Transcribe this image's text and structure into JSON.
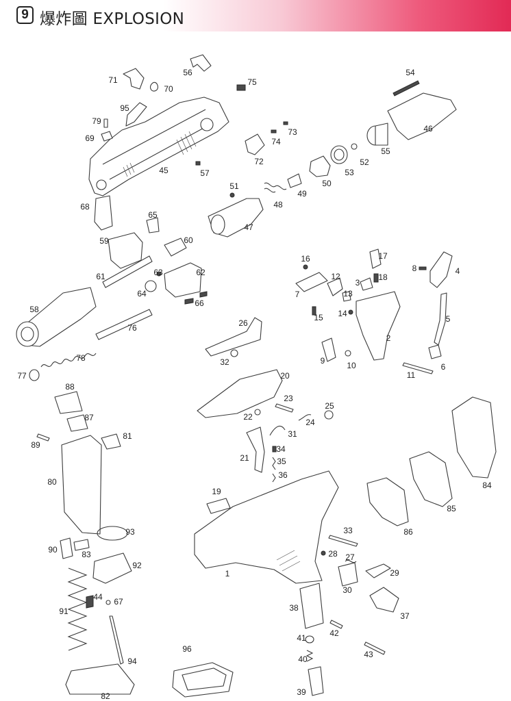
{
  "header": {
    "section_number": "9",
    "title": "爆炸圖 EXPLOSION",
    "gradient_colors": [
      "#ffffff",
      "#ee5a7c",
      "#e22a55"
    ]
  },
  "part_numbers": [
    "1",
    "2",
    "3",
    "4",
    "5",
    "6",
    "7",
    "8",
    "9",
    "10",
    "11",
    "12",
    "13",
    "14",
    "15",
    "16",
    "17",
    "18",
    "19",
    "20",
    "21",
    "22",
    "23",
    "24",
    "25",
    "26",
    "27",
    "28",
    "29",
    "30",
    "31",
    "32",
    "33",
    "34",
    "35",
    "36",
    "37",
    "38",
    "39",
    "40",
    "41",
    "42",
    "43",
    "44",
    "45",
    "46",
    "47",
    "48",
    "49",
    "50",
    "51",
    "52",
    "53",
    "54",
    "55",
    "56",
    "57",
    "58",
    "59",
    "60",
    "61",
    "62",
    "63",
    "64",
    "65",
    "66",
    "67",
    "68",
    "69",
    "70",
    "71",
    "72",
    "73",
    "74",
    "75",
    "76",
    "77",
    "78",
    "79",
    "80",
    "81",
    "82",
    "83",
    "84",
    "85",
    "86",
    "87",
    "88",
    "89",
    "90",
    "91",
    "92",
    "93",
    "94",
    "95",
    "96"
  ]
}
